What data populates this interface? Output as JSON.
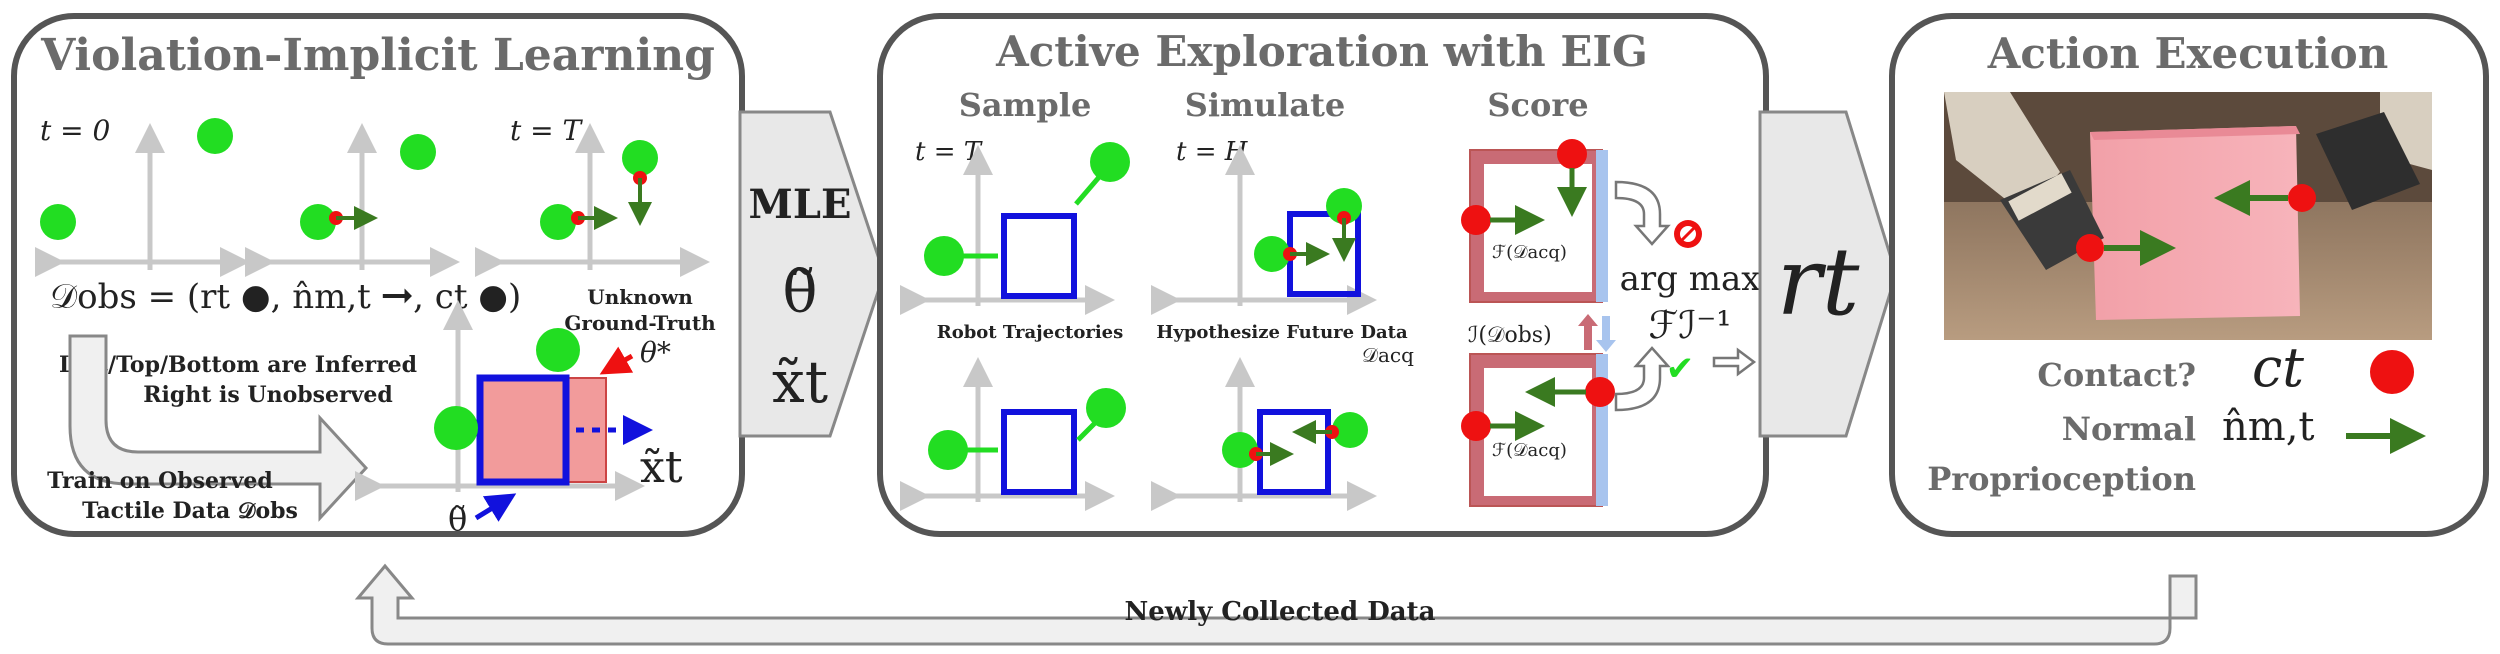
{
  "colors": {
    "contact_green": "#22dd22",
    "contact_red": "#ee1111",
    "normal_arrow": "#3a7a20",
    "object_blue": "#1111dd",
    "unobserved_pink": "#f08a8a",
    "panel_border": "#555555",
    "axis_gray": "#c8c8c8",
    "title_gray": "#6b6b6b"
  },
  "panels": {
    "learning": {
      "title": "Violation-Implicit Learning",
      "t0": "t = 0",
      "tT": "t = T",
      "dobs_label": "𝒟obs = (rt ●, n̂m,t ➞, ct ●)",
      "inferred_line1": "Left/Top/Bottom are Inferred",
      "inferred_line2": "Right is Unobserved",
      "unknown_line1": "Unknown",
      "unknown_line2": "Ground-Truth",
      "theta_star": "θ*",
      "theta_tilde": "θ̃",
      "x_tilde": "x̃t",
      "train_line1": "Train on Observed",
      "train_line2": "Tactile Data 𝒟obs"
    },
    "mle": {
      "label": "MLE",
      "theta": "θ̃",
      "x": "x̃t"
    },
    "exploration": {
      "title": "Active Exploration with EIG",
      "sample": "Sample",
      "simulate": "Simulate",
      "score": "Score",
      "tT": "t = T",
      "tH": "t = H",
      "robot_traj": "Robot Trajectories",
      "hypothesize": "Hypothesize Future Data",
      "dacq": "𝒟acq",
      "f_dacq": "ℱ(𝒟acq)",
      "i_dobs": "ℐ(𝒟obs)",
      "argmax": "arg max",
      "fi_inv": "ℱℐ⁻¹",
      "check": "✔"
    },
    "rt": {
      "label": "rt"
    },
    "execution": {
      "title": "Action Execution",
      "contact": "Contact?",
      "contact_sym": "ct",
      "normal": "Normal",
      "normal_sym": "n̂m,t",
      "proprio": "Proprioception"
    }
  },
  "feedback": {
    "label": "Newly Collected Data"
  }
}
